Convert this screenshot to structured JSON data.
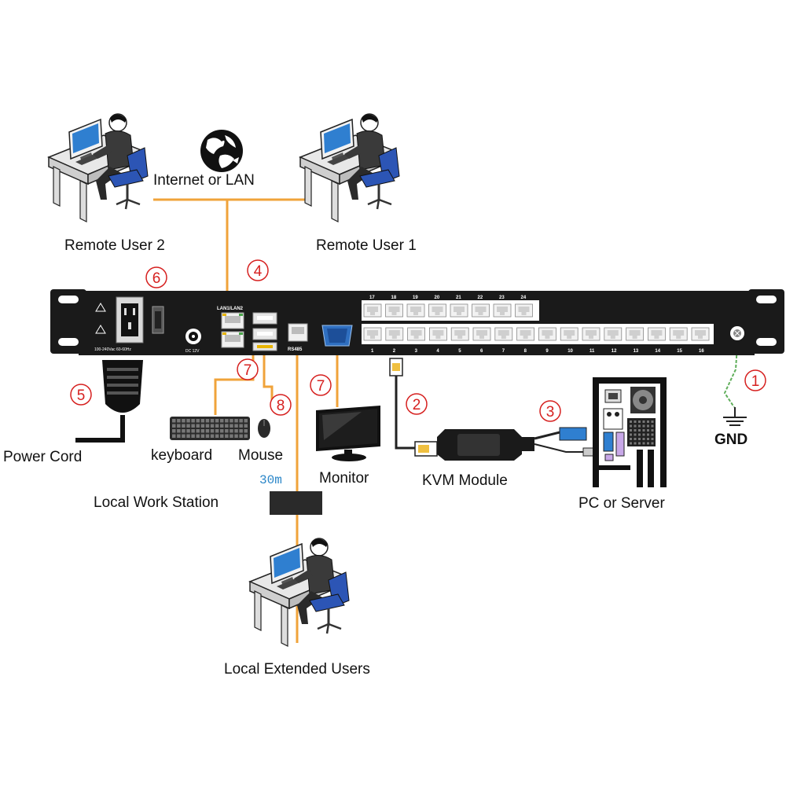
{
  "labels": {
    "internet": "Internet or LAN",
    "remote_user_2": "Remote User 2",
    "remote_user_1": "Remote User 1",
    "power_cord": "Power Cord",
    "keyboard": "keyboard",
    "mouse": "Mouse",
    "monitor": "Monitor",
    "kvm_module": "KVM Module",
    "pc_server": "PC  or Server",
    "gnd": "GND",
    "distance": "30m",
    "local_work_station": "Local Work Station",
    "local_extended_users": "Local Extended Users"
  },
  "callouts": [
    "1",
    "2",
    "3",
    "4",
    "5",
    "6",
    "7",
    "7",
    "8"
  ],
  "panel": {
    "lan_label": "LAN1/LAN2",
    "rs485_label": "RS485",
    "dc_label": "DC 12V",
    "power_rating": "100-240Vac 60-60Hz",
    "top_port_numbers": [
      "17",
      "18",
      "19",
      "20",
      "21",
      "22",
      "23",
      "24"
    ],
    "bottom_port_numbers": [
      "1",
      "2",
      "3",
      "4",
      "5",
      "6",
      "7",
      "8",
      "9",
      "10",
      "11",
      "12",
      "13",
      "14",
      "15",
      "16"
    ]
  },
  "colors": {
    "cable_orange": "#f0a33a",
    "callout_red": "#d6201f",
    "panel_black": "#1a1a1a",
    "screen_blue": "#2f7fd0",
    "chair_blue": "#2c55b5",
    "distance_blue": "#2a86c8"
  },
  "icons": [
    "globe-icon",
    "user-workstation-icon",
    "power-plug-icon",
    "keyboard-icon",
    "mouse-icon",
    "monitor-icon",
    "kvm-module-icon",
    "pc-tower-icon",
    "ground-icon",
    "extender-box-icon"
  ]
}
